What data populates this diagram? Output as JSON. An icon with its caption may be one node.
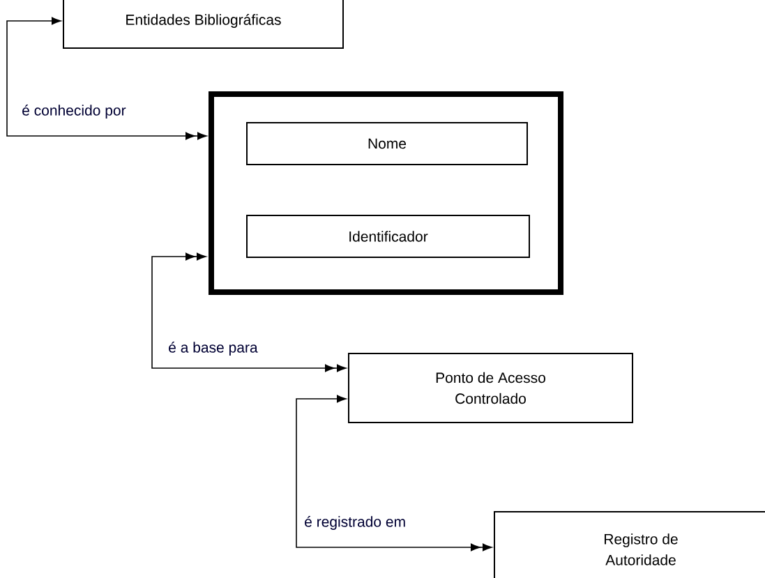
{
  "diagram": {
    "nodes": [
      {
        "text": [
          "Entidades Bibliográficas"
        ]
      },
      {
        "text": [],
        "shape": "box"
      },
      {
        "text": [
          "Nome"
        ],
        "in": 1
      },
      {
        "text": [
          "Identificador"
        ],
        "in": 1
      },
      {
        "text": [
          "Ponto de Acesso Controlado"
        ]
      },
      {
        "text": [
          "Registro de Autoridade"
        ]
      }
    ],
    "edges": [
      {
        "from": 0,
        "to": 1,
        "arrow": "both",
        "label": "é conhecido por"
      },
      {
        "from": 1,
        "to": 4,
        "arrow": "both",
        "label": "é a base para"
      },
      {
        "from": 4,
        "to": 5,
        "arrow": "both",
        "label": "é registrado em"
      }
    ]
  }
}
